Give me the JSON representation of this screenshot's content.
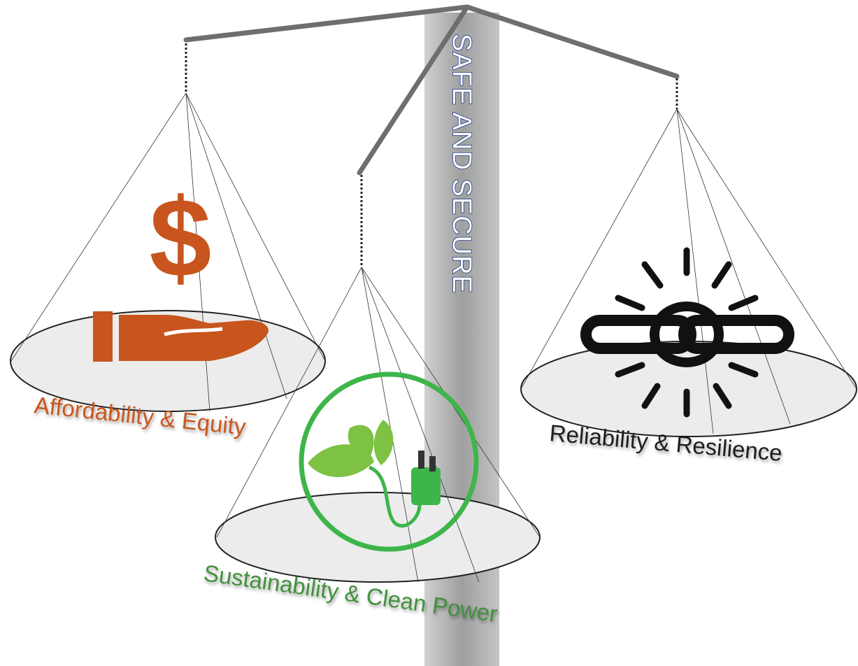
{
  "pillar": {
    "label": "SAFE AND SECURE"
  },
  "pans": [
    {
      "label": "Affordability & Equity",
      "color": "#c8551e",
      "icon": "dollar-hand-icon"
    },
    {
      "label": "Sustainability & Clean Power",
      "color": "#3f8f3a",
      "icon": "leaf-plug-icon"
    },
    {
      "label": "Reliability & Resilience",
      "color": "#1a1a1a",
      "icon": "chain-link-icon"
    }
  ],
  "colors": {
    "beam": "#6e6e6e",
    "pillar": "#b3b3b3",
    "pan_fill": "#ececec",
    "dollar_orange": "#c8551e",
    "leaf_green": "#7dc242",
    "plug_green": "#3db54a"
  }
}
